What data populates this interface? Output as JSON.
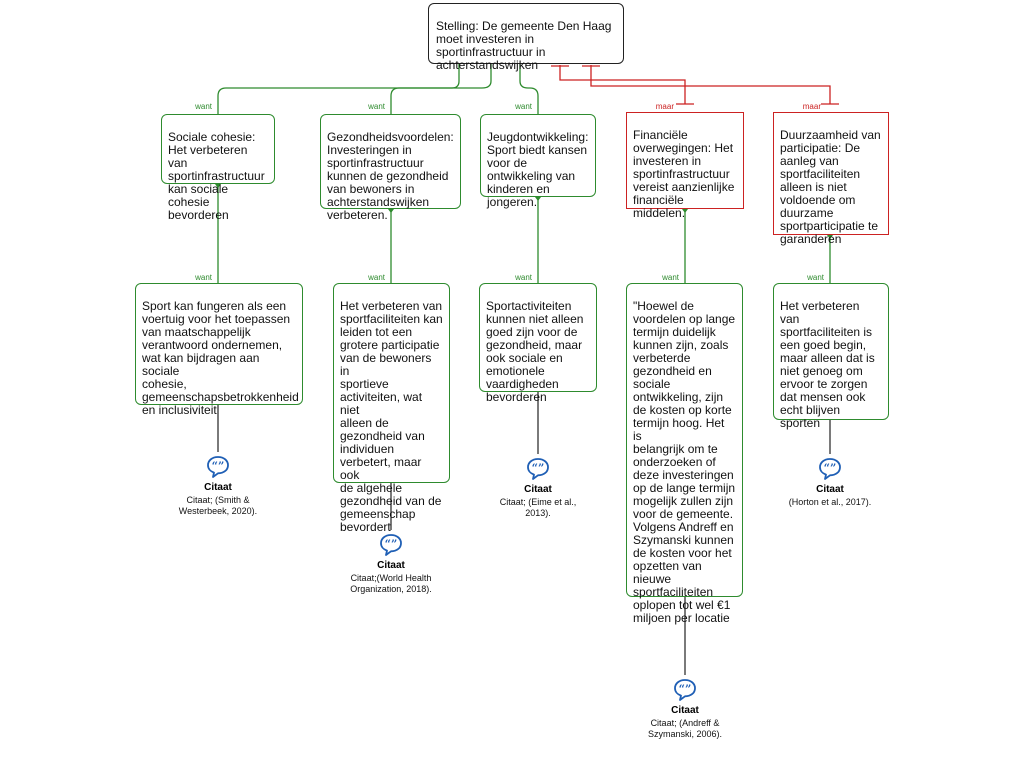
{
  "statement": "Stelling: De gemeente Den Haag\nmoet investeren in\nsportinfrastructuur in\nachterstandswijken",
  "relation_labels": {
    "supports": "want",
    "objects": "maar"
  },
  "colors": {
    "support": "#2e8b2e",
    "objection": "#cc2222",
    "statement": "#222222",
    "quote_icon": "#1f5fb5"
  },
  "reasons": [
    {
      "text": "Sociale cohesie:\nHet verbeteren van\nsportinfrastructuur\nkan sociale cohesie\nbevorderen",
      "evidence": "Sport kan fungeren als een\nvoertuig voor het toepassen\nvan maatschappelijk\nverantwoord ondernemen,\nwat kan bijdragen aan sociale\ncohesie,\ngemeenschapsbetrokkenheid\nen inclusiviteit",
      "citation": {
        "title": "Citaat",
        "source": "Citaat; (Smith &\nWesterbeek, 2020)."
      }
    },
    {
      "text": "Gezondheidsvoordelen:\nInvesteringen in\nsportinfrastructuur\nkunnen de gezondheid\nvan bewoners in\nachterstandswijken\nverbeteren.",
      "evidence": "Het verbeteren van\nsportfaciliteiten kan\nleiden tot een\ngrotere participatie\nvan de bewoners in\nsportieve\nactiviteiten, wat niet\nalleen de\ngezondheid van\nindividuen\nverbetert, maar ook\nde algehele\ngezondheid van de\ngemeenschap\nbevordert",
      "citation": {
        "title": "Citaat",
        "source": "Citaat;(World Health\nOrganization, 2018)."
      }
    },
    {
      "text": "Jeugdontwikkeling:\nSport biedt kansen\nvoor de\nontwikkeling van\nkinderen en\njongeren.",
      "evidence": "Sportactiviteiten\nkunnen niet alleen\ngoed zijn voor de\ngezondheid, maar\nook sociale en\nemotionele\nvaardigheden\nbevorderen",
      "citation": {
        "title": "Citaat",
        "source": "Citaat; (Eime et al.,\n2013)."
      }
    }
  ],
  "objections": [
    {
      "text": "Financiële\noverwegingen: Het\ninvesteren in\nsportinfrastructuur\nvereist aanzienlijke\nfinanciële\nmiddelen.",
      "evidence": "\"Hoewel de\nvoordelen op lange\ntermijn duidelijk\nkunnen zijn, zoals\nverbeterde\ngezondheid en\nsociale\nontwikkeling, zijn\nde kosten op korte\ntermijn hoog. Het is\nbelangrijk om te\nonderzoeken of\ndeze investeringen\nop de lange termijn\nmogelijk zullen zijn\nvoor de gemeente.\nVolgens Andreff en\nSzymanski kunnen\nde kosten voor het\nopzetten van\nnieuwe\nsportfaciliteiten\noplopen tot wel €1\nmiljoen per locatie",
      "citation": {
        "title": "Citaat",
        "source": "Citaat; (Andreff &\nSzymanski, 2006)."
      }
    },
    {
      "text": "Duurzaamheid van\nparticipatie: De\naanleg van\nsportfaciliteiten\nalleen is niet\nvoldoende om\nduurzame\nsportparticipatie te\ngaranderen",
      "evidence": "Het verbeteren van\nsportfaciliteiten is\neen goed begin,\nmaar alleen dat is\nniet genoeg om\nervoor te zorgen\ndat mensen ook\necht blijven sporten",
      "citation": {
        "title": "Citaat",
        "source": "(Horton et al., 2017)."
      }
    }
  ]
}
